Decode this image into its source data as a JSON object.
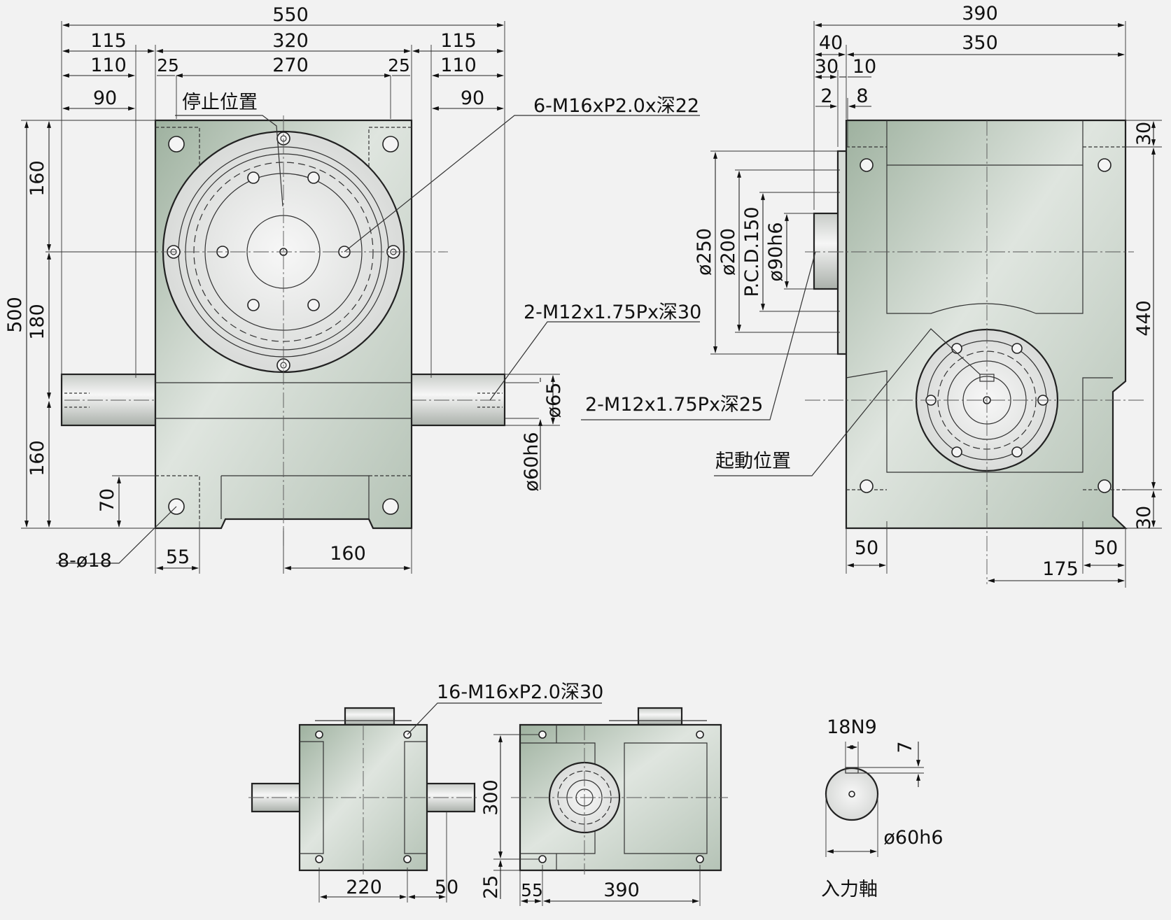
{
  "dims": {
    "front": {
      "overall_width": "550",
      "side_left": "115",
      "mid_width": "320",
      "side_right": "115",
      "inner_left": "110",
      "flange_left": "25",
      "inner_mid": "270",
      "flange_right": "25",
      "inner_right": "110",
      "shaft_left": "90",
      "shaft_right": "90",
      "height_overall": "500",
      "h_top": "160",
      "h_mid": "180",
      "h_bottom": "160",
      "base_70": "70",
      "base_55": "55",
      "base_160": "160",
      "shaft_d65": "ø65",
      "shaft_d60": "ø60h6"
    },
    "side": {
      "overall_width": "390",
      "w40": "40",
      "w350": "350",
      "w30": "30",
      "w10": "10",
      "w2": "2",
      "w8": "8",
      "d250": "ø250",
      "d200": "ø200",
      "pcd": "P.C.D.150",
      "d90": "ø90h6",
      "h440": "440",
      "top30": "30",
      "bot30": "30",
      "b50l": "50",
      "b50r": "50",
      "b175": "175"
    },
    "bottom": {
      "w220": "220",
      "w50": "50",
      "h300": "300",
      "h25": "25",
      "w55": "55",
      "w390": "390"
    },
    "key": {
      "n9": "18N9",
      "seven": "7",
      "d60": "ø60h6"
    }
  },
  "labels": {
    "stop_position": "停止位置",
    "tap_top": "6-M16xP2.0x深22",
    "tap_shaft_front": "2-M12x1.75Px深30",
    "tap_shaft_side": "2-M12x1.75Px深25",
    "start_position": "起動位置",
    "base_holes": "8-ø18",
    "bottom_taps": "16-M16xP2.0深30",
    "input_shaft": "入力軸"
  }
}
